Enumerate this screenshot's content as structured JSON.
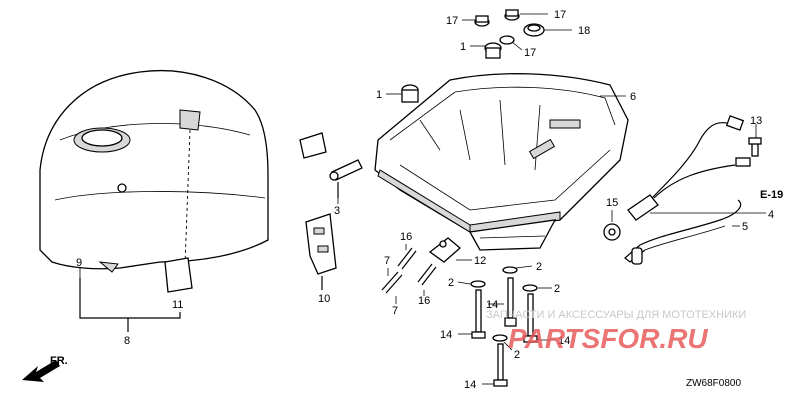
{
  "diagram": {
    "diagram_code": "ZW68F0800",
    "front_indicator": "FR.",
    "reference": "E-19",
    "watermark_text": "ЗАПЧАСТИ И АКСЕССУАРЫ ДЛЯ МОТОТЕХНИКИ",
    "watermark_logo": "PARTSFOR.RU",
    "callouts": [
      {
        "id": "c17a",
        "label": "17"
      },
      {
        "id": "c17b",
        "label": "17"
      },
      {
        "id": "c18",
        "label": "18"
      },
      {
        "id": "c1a",
        "label": "1"
      },
      {
        "id": "c17c",
        "label": "17"
      },
      {
        "id": "c1b",
        "label": "1"
      },
      {
        "id": "c6",
        "label": "6"
      },
      {
        "id": "c13",
        "label": "13"
      },
      {
        "id": "c3",
        "label": "3"
      },
      {
        "id": "c4",
        "label": "4"
      },
      {
        "id": "c5",
        "label": "5"
      },
      {
        "id": "c15",
        "label": "15"
      },
      {
        "id": "c9",
        "label": "9"
      },
      {
        "id": "c11",
        "label": "11"
      },
      {
        "id": "c8",
        "label": "8"
      },
      {
        "id": "c10",
        "label": "10"
      },
      {
        "id": "c16a",
        "label": "16"
      },
      {
        "id": "c7a",
        "label": "7"
      },
      {
        "id": "c7b",
        "label": "7"
      },
      {
        "id": "c16b",
        "label": "16"
      },
      {
        "id": "c12",
        "label": "12"
      },
      {
        "id": "c2a",
        "label": "2"
      },
      {
        "id": "c2b",
        "label": "2"
      },
      {
        "id": "c2c",
        "label": "2"
      },
      {
        "id": "c2d",
        "label": "2"
      },
      {
        "id": "c14a",
        "label": "14"
      },
      {
        "id": "c14b",
        "label": "14"
      },
      {
        "id": "c14c",
        "label": "14"
      },
      {
        "id": "c14d",
        "label": "14"
      }
    ]
  }
}
